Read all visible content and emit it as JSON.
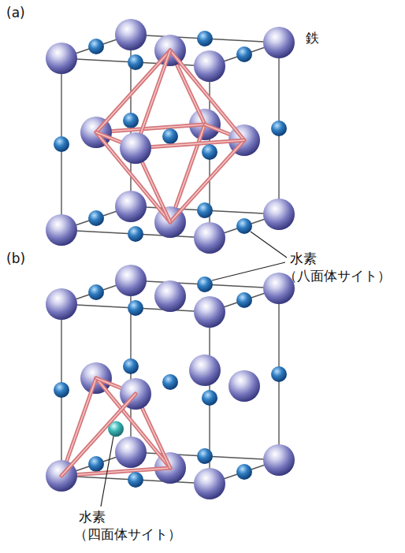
{
  "diagram": {
    "labels": [
      "(a)",
      "鉄",
      "水素",
      "（八面体サイト）",
      "(b)",
      "水素",
      "（四面体サイト）"
    ]
  }
}
